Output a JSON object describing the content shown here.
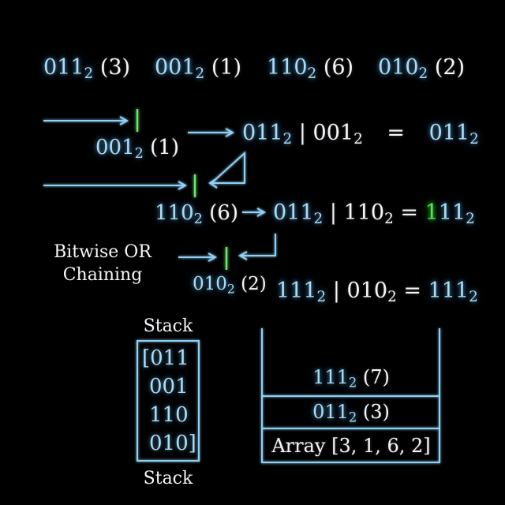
{
  "inputs": [
    {
      "bin": "011",
      "dec": "(3)"
    },
    {
      "bin": "001",
      "dec": "(1)"
    },
    {
      "bin": "110",
      "dec": "(6)"
    },
    {
      "bin": "010",
      "dec": "(2)"
    }
  ],
  "base": "2",
  "side_inputs": [
    {
      "bin": "001",
      "dec": "(1)"
    },
    {
      "bin": "110",
      "dec": "(6)"
    },
    {
      "bin": "010",
      "dec": "(2)"
    }
  ],
  "equations": [
    {
      "a": "011",
      "op": "|",
      "b": "001",
      "eq": "=",
      "r": "011"
    },
    {
      "a": "011",
      "op": "|",
      "b": "110",
      "eq": "=",
      "r_hl": "1",
      "r_rest": "11"
    },
    {
      "a": "111",
      "op": "|",
      "b": "010",
      "eq": "=",
      "r": "111"
    }
  ],
  "caption": {
    "line1": "Bitwise OR",
    "line2": "Chaining"
  },
  "stack_label_top": "Stack",
  "stack_label_bottom": "Stack",
  "stack_items": [
    "[011",
    "001",
    "110",
    "010]"
  ],
  "container": {
    "top_value": {
      "bin": "111",
      "dec": "(7)"
    },
    "mid_value": {
      "bin": "011",
      "dec": "(3)"
    },
    "base_label": "Array [3, 1, 6, 2]"
  },
  "colors": {
    "binary": "#a9dcf7",
    "text": "#f4f6fa",
    "highlight": "#4fe84f",
    "lines": "#8fd0f5",
    "or_marker": "#6ce86c"
  }
}
